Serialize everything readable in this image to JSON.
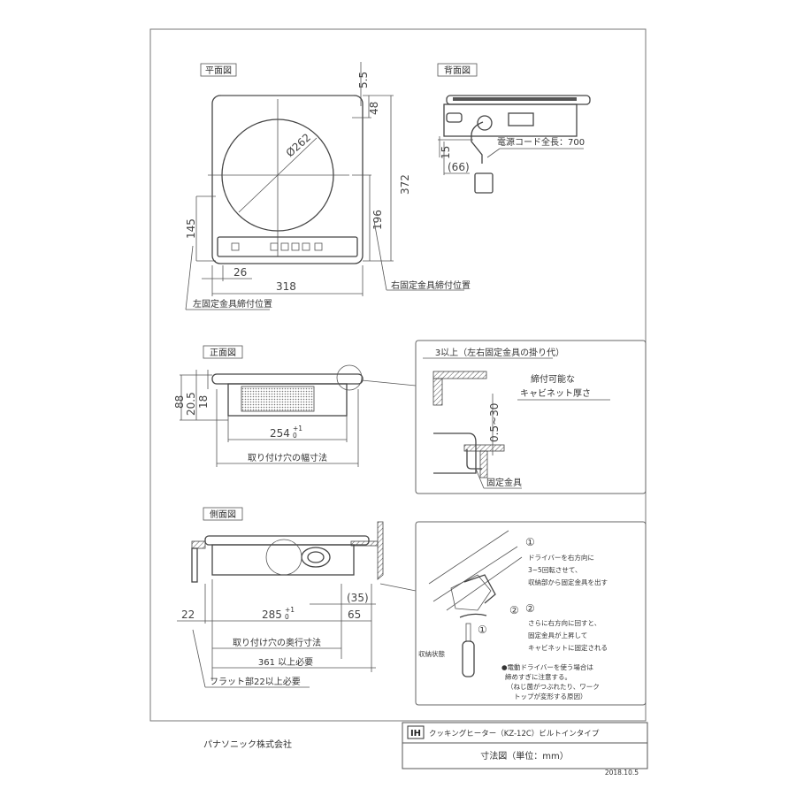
{
  "plan_view": {
    "label": "平面図",
    "dims": {
      "top_gap": "5.5",
      "top_offset": "48",
      "depth": "372",
      "right_height": "196",
      "left_height": "145",
      "left_offset": "26",
      "width": "318",
      "diameter": "Ø262"
    },
    "right_fixture_note": "右固定金具締付位置",
    "left_fixture_note": "左固定金具締付位置"
  },
  "back_view": {
    "label": "背面図",
    "cord_note": "電源コード全長：700",
    "dims": {
      "height": "15",
      "offset": "(66)"
    }
  },
  "front_view": {
    "label": "正面図",
    "dims": {
      "total_height": "88",
      "h1": "20.5",
      "h2": "18",
      "width": "254",
      "width_tol_upper": "+1",
      "width_tol_lower": "0"
    },
    "hole_width_note": "取り付け穴の幅寸法"
  },
  "detail_front": {
    "overhang_note": "3以上（左右固定金具の掛り代）",
    "thickness_note_1": "締付可能な",
    "thickness_note_2": "キャビネット厚さ",
    "thickness_range": "0.5~30",
    "bracket_label": "固定金具"
  },
  "side_view": {
    "label": "側面図",
    "dims": {
      "flat": "22",
      "depth": "285",
      "depth_tol_upper": "+1",
      "depth_tol_lower": "0",
      "rear": "65",
      "cord": "(35)"
    },
    "hole_depth_note": "取り付け穴の奥行寸法",
    "required_note": "361 以上必要",
    "flat_note": "フラット部22以上必要"
  },
  "detail_install": {
    "step1_mark": "①",
    "step1_lines": [
      "ドライバーを右方向に",
      "3~5回転させて、",
      "収納部から固定金具を出す"
    ],
    "step2_mark": "②",
    "step2_lines": [
      "さらに右方向に回すと、",
      "固定金具が上昇して",
      "キャビネットに固定される"
    ],
    "stored_label": "収納状態",
    "warning_lines": [
      "●電動ドライバーを使う場合は",
      "締めすぎに注意する。",
      "（ねじ菌がつぶれたり、ワーク",
      "トップが変形する原因）"
    ],
    "arrow_mark_2": "②",
    "screw_mark_1": "①"
  },
  "title_block": {
    "company": "パナソニック株式会社",
    "ih_badge": "IH",
    "product": "クッキングヒーター（KZ-12C）ビルトインタイプ",
    "subtitle": "寸法図（単位：mm）",
    "date": "2018.10.5"
  }
}
